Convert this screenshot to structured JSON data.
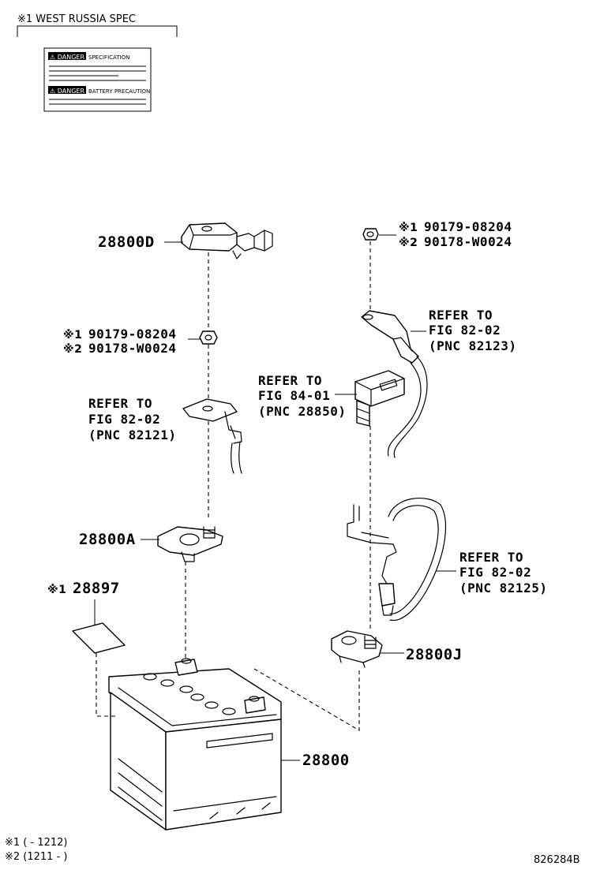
{
  "header": {
    "note": "※1 WEST RUSSIA SPEC"
  },
  "warning_label": {
    "line1": "⚠ DANGER",
    "line1_small": "SPECIFICATION",
    "line2": "⚠ DANGER",
    "line2_small": "BATTERY PRECAUTION"
  },
  "parts": {
    "cover_d": "28800D",
    "nut_left_1": "90179-08204",
    "nut_left_2": "90178-W0024",
    "nut_right_1": "90179-08204",
    "nut_right_2": "90178-W0024",
    "terminal_a": "28800A",
    "label_part": "28897",
    "terminal_j": "28800J",
    "battery": "28800"
  },
  "marks": {
    "m1": "※1",
    "m2": "※2"
  },
  "refs": {
    "ref_82121": [
      "REFER TO",
      "FIG 82-02",
      "(PNC 82121)"
    ],
    "ref_82123": [
      "REFER TO",
      "FIG 82-02",
      "(PNC 82123)"
    ],
    "ref_28850": [
      "REFER TO",
      "FIG 84-01",
      "(PNC 28850)"
    ],
    "ref_82125": [
      "REFER TO",
      "FIG 82-02",
      "(PNC 82125)"
    ]
  },
  "footnotes": {
    "f1": "※1 (    - 1212)",
    "f2": "※2 (1211 -    )"
  },
  "figure_id": "826284B"
}
